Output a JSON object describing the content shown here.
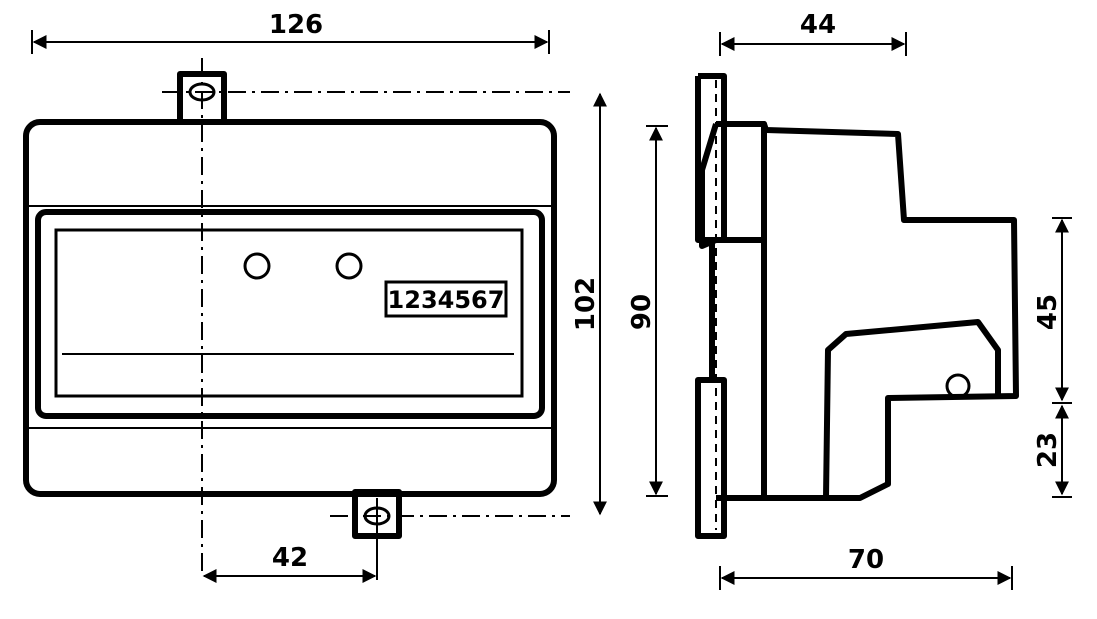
{
  "front_view": {
    "width_label": "126",
    "height_label": "102",
    "mount_offset_label": "42",
    "serial_display": "1234567"
  },
  "side_view": {
    "depth_top_label": "44",
    "height_label": "90",
    "upper_step_label": "45",
    "lower_step_label": "23",
    "depth_total_label": "70"
  }
}
